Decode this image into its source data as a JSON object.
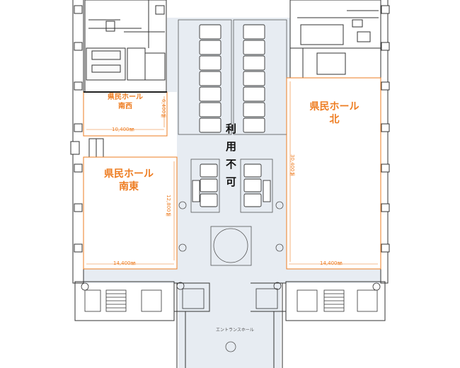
{
  "halls": {
    "south_west": {
      "name": "県民ホール",
      "sub": "南西",
      "width_dim": "10,400㎜",
      "height_dim": "6,400㎜"
    },
    "south_east": {
      "name": "県民ホール",
      "sub": "南東",
      "width_dim": "14,400㎜",
      "height_dim": "12,800㎜"
    },
    "north": {
      "name": "県民ホール",
      "sub": "北",
      "width_dim": "14,400㎜",
      "height_dim": "30,400㎜"
    }
  },
  "center": {
    "label": "利用不可"
  },
  "entrance": {
    "label": "エントランスホール"
  },
  "colors": {
    "hall_outline": "#ee7d22",
    "corridor_fill": "#e7ecf2",
    "line": "#333333"
  }
}
